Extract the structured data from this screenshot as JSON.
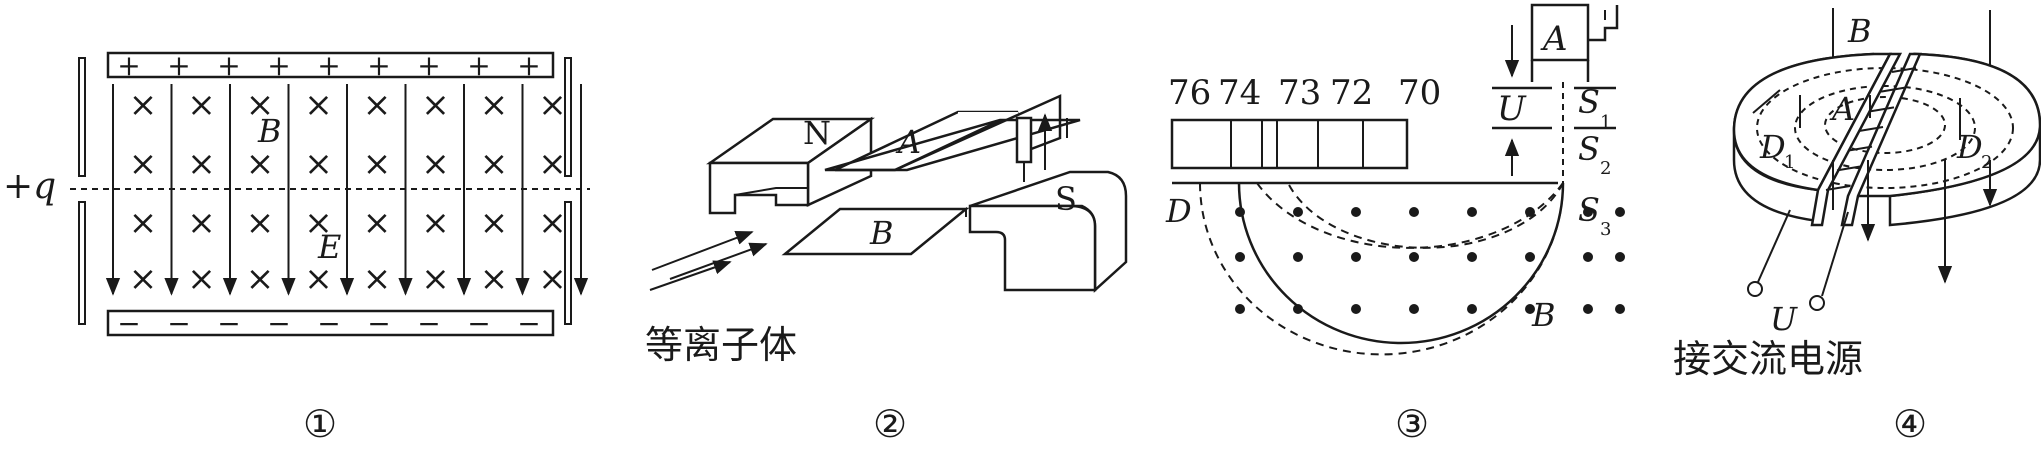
{
  "colors": {
    "ink": "#1a1a1a",
    "background": "#ffffff"
  },
  "panel1": {
    "plus_sign": "+",
    "minus_sign": "−",
    "cross_sign": "×",
    "label_q": "+q",
    "label_B": "B",
    "label_E": "E",
    "number": "①"
  },
  "panel2": {
    "label_N": "N",
    "label_S": "S",
    "label_A": "A",
    "label_B": "B",
    "caption": "等离子体",
    "number": "②"
  },
  "panel3": {
    "scale_76": "76",
    "scale_74": "74",
    "scale_73": "73",
    "scale_72": "72",
    "scale_70": "70",
    "label_A": "A",
    "label_U": "U",
    "label_S1": "S",
    "label_S1_sub": "1",
    "label_S2": "S",
    "label_S2_sub": "2",
    "label_S3": "S",
    "label_S3_sub": "3",
    "label_D": "D",
    "label_B": "B",
    "number": "③"
  },
  "panel4": {
    "label_B": "B",
    "label_A": "A",
    "label_D1": "D",
    "label_D1_sub": "1",
    "label_D2": "D",
    "label_D2_sub": "2",
    "label_U": "U",
    "caption": "接交流电源",
    "number": "④"
  }
}
